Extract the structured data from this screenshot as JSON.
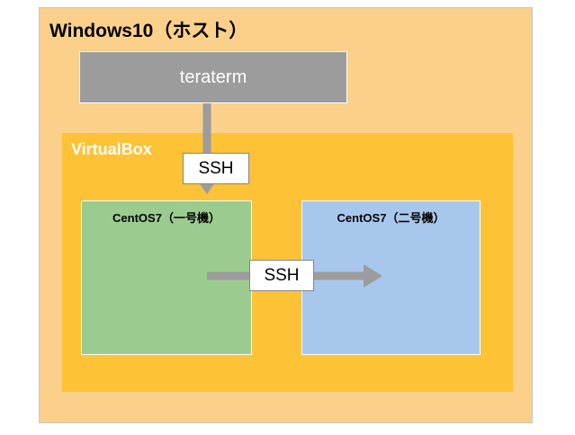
{
  "diagram": {
    "title": "Windows10 (ホスト) virtualization diagram",
    "host": {
      "label": "Windows10（ホスト）",
      "fill": "#fbd08a",
      "border": "#c8c8c8"
    },
    "teraterm": {
      "label": "teraterm",
      "fill": "#9c9c9c",
      "text_color": "#ffffff"
    },
    "virtualbox": {
      "label": "VirtualBox",
      "fill": "#fdc236",
      "text_color": "#ffffff"
    },
    "guests": [
      {
        "label": "CentOS7（一号機）",
        "fill": "#9ccb8f"
      },
      {
        "label": "CentOS7（二号機）",
        "fill": "#a8c7ec"
      }
    ],
    "connections": [
      {
        "label": "SSH",
        "from": "teraterm",
        "to": "CentOS7（一号機）",
        "direction": "down",
        "arrow_color": "#9c9c9c"
      },
      {
        "label": "SSH",
        "from": "CentOS7（一号機）",
        "to": "CentOS7（二号機）",
        "direction": "right",
        "arrow_color": "#9c9c9c"
      }
    ]
  }
}
